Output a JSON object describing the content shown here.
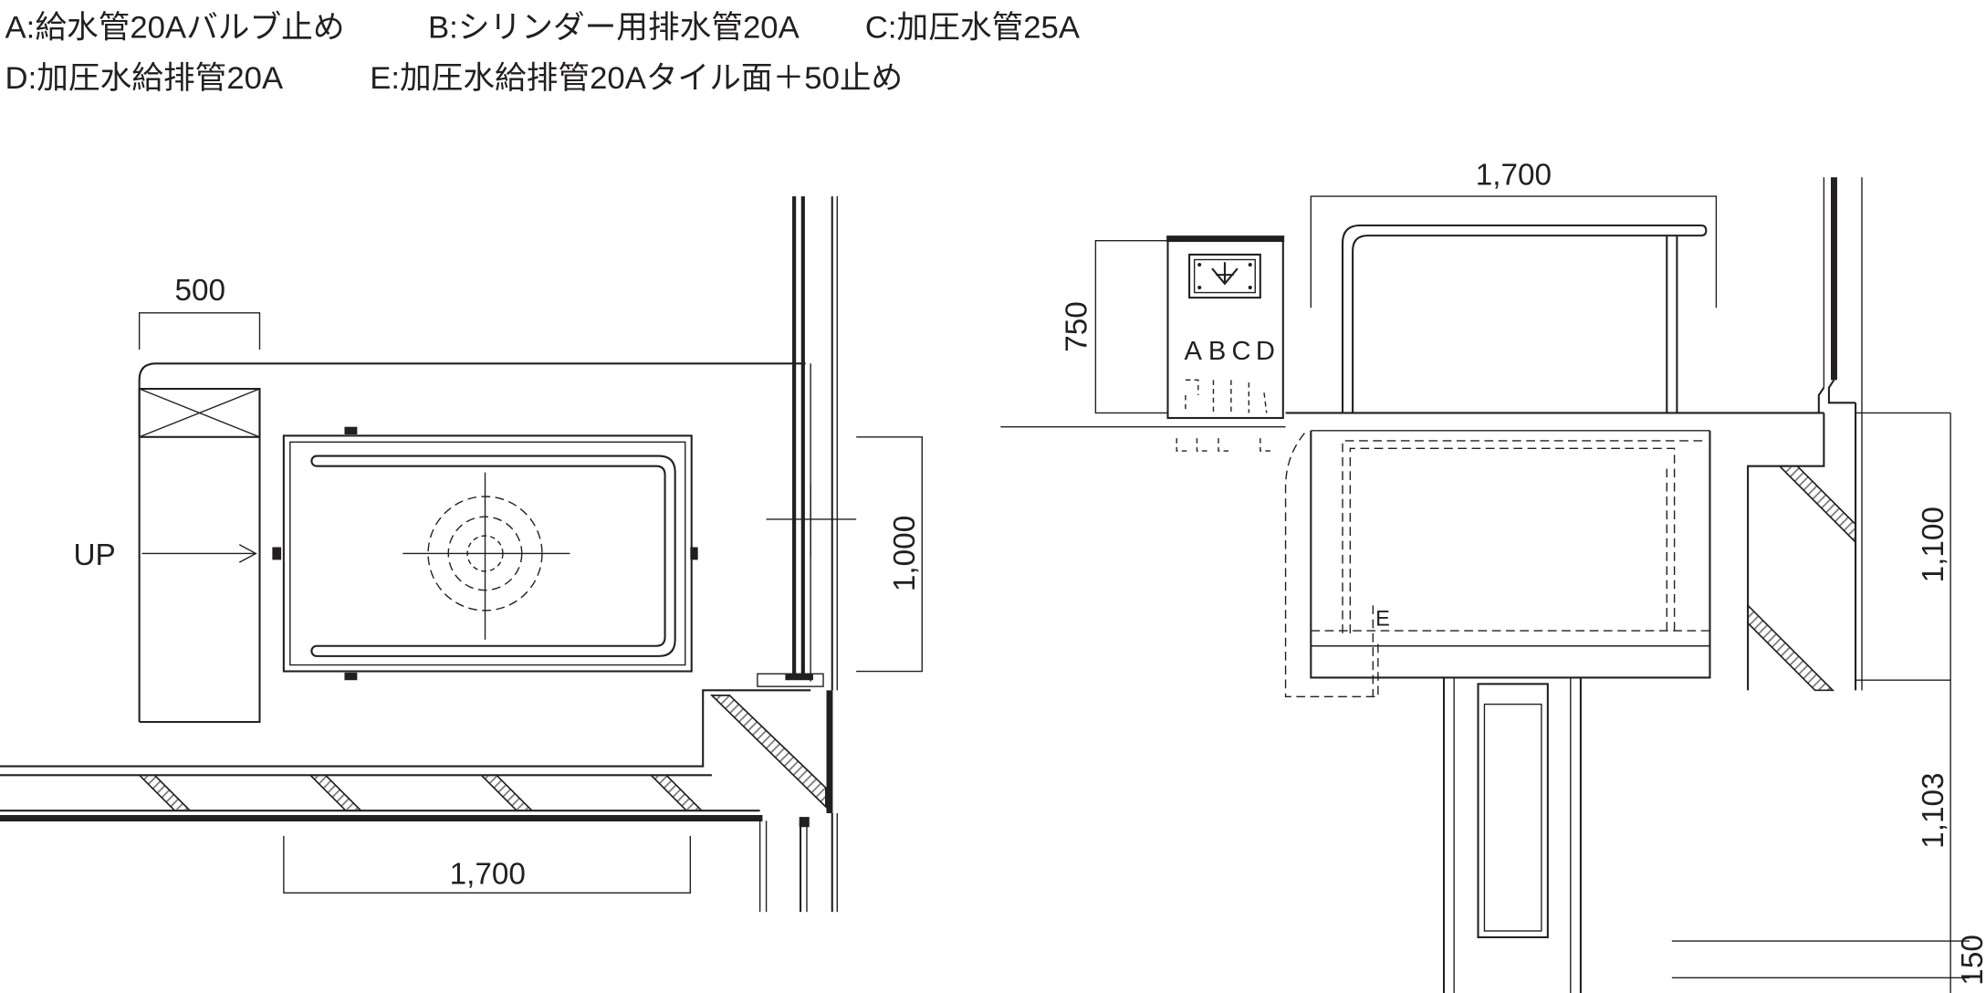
{
  "legend": {
    "line1": [
      "A:給水管20Aバルブ止め",
      "B:シリンダー用排水管20A",
      "C:加圧水管25A"
    ],
    "line2": [
      "D:加圧水給排管20A",
      "E:加圧水給排管20Aタイル面＋50止め"
    ]
  },
  "plan": {
    "dim_top": "500",
    "up_label": "UP",
    "dim_right": "1,000",
    "dim_bottom": "1,700"
  },
  "section": {
    "dim_top": "1,700",
    "dim_panel": "750",
    "panel_labels": [
      "A",
      "B",
      "C",
      "D"
    ],
    "pipe_label": "E",
    "dim_right": [
      "1,100",
      "1,103",
      "150"
    ]
  },
  "colors": {
    "line": "#231f20",
    "hatch": "#7a7a7a",
    "background": "#ffffff"
  }
}
